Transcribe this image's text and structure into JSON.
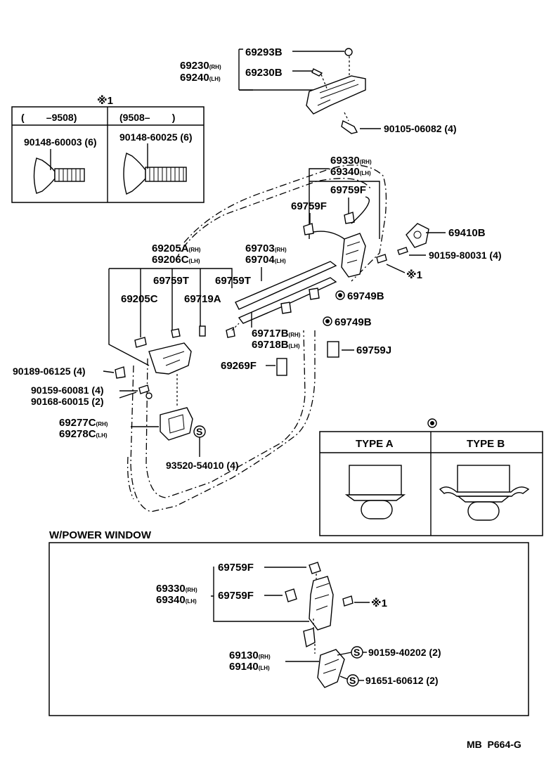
{
  "ref_table": {
    "header_mark": "※1",
    "col1_range": "(        –9508)",
    "col2_range": "(9508–        )",
    "col1_part": "90148-60003 (6)",
    "col2_part": "90148-60025 (6)"
  },
  "top_assembly": {
    "p69293B": "69293B",
    "p69230_rh": "69230",
    "p69240_lh": "69240",
    "p69230B": "69230B",
    "p90105": "90105-06082 (4)"
  },
  "main_assembly": {
    "p69330_rh": "69330",
    "p69340_lh": "69340",
    "p69759F_a": "69759F",
    "p69759F_b": "69759F",
    "p69410B": "69410B",
    "p90159_80031": "90159-80031 (4)",
    "ref_mark": "※1",
    "p69205A_rh": "69205A",
    "p69206C_lh": "69206C",
    "p69703_rh": "69703",
    "p69704_lh": "69704",
    "p69759T_a": "69759T",
    "p69759T_b": "69759T",
    "p69205C": "69205C",
    "p69719A": "69719A",
    "p69749B_a": "69749B",
    "p69749B_b": "69749B",
    "p69717B_rh": "69717B",
    "p69718B_lh": "69718B",
    "p69759J": "69759J",
    "p90189": "90189-06125 (4)",
    "p69269F": "69269F",
    "p90159_60081": "90159-60081 (4)",
    "p90168": "90168-60015 (2)",
    "p69277C_rh": "69277C",
    "p69278C_lh": "69278C",
    "p93520": "93520-54010 (4)"
  },
  "type_table": {
    "type_a": "TYPE A",
    "type_b": "TYPE B"
  },
  "power_window": {
    "title": "W/POWER WINDOW",
    "p69759F_a": "69759F",
    "p69759F_b": "69759F",
    "p69330_rh": "69330",
    "p69340_lh": "69340",
    "ref_mark": "※1",
    "p69130_rh": "69130",
    "p69140_lh": "69140",
    "p90159_40202": "90159-40202 (2)",
    "p91651": "91651-60612 (2)"
  },
  "suffix": {
    "rh": "(RH)",
    "lh": "(LH)"
  },
  "footer": {
    "code": "MB  P664-G"
  }
}
